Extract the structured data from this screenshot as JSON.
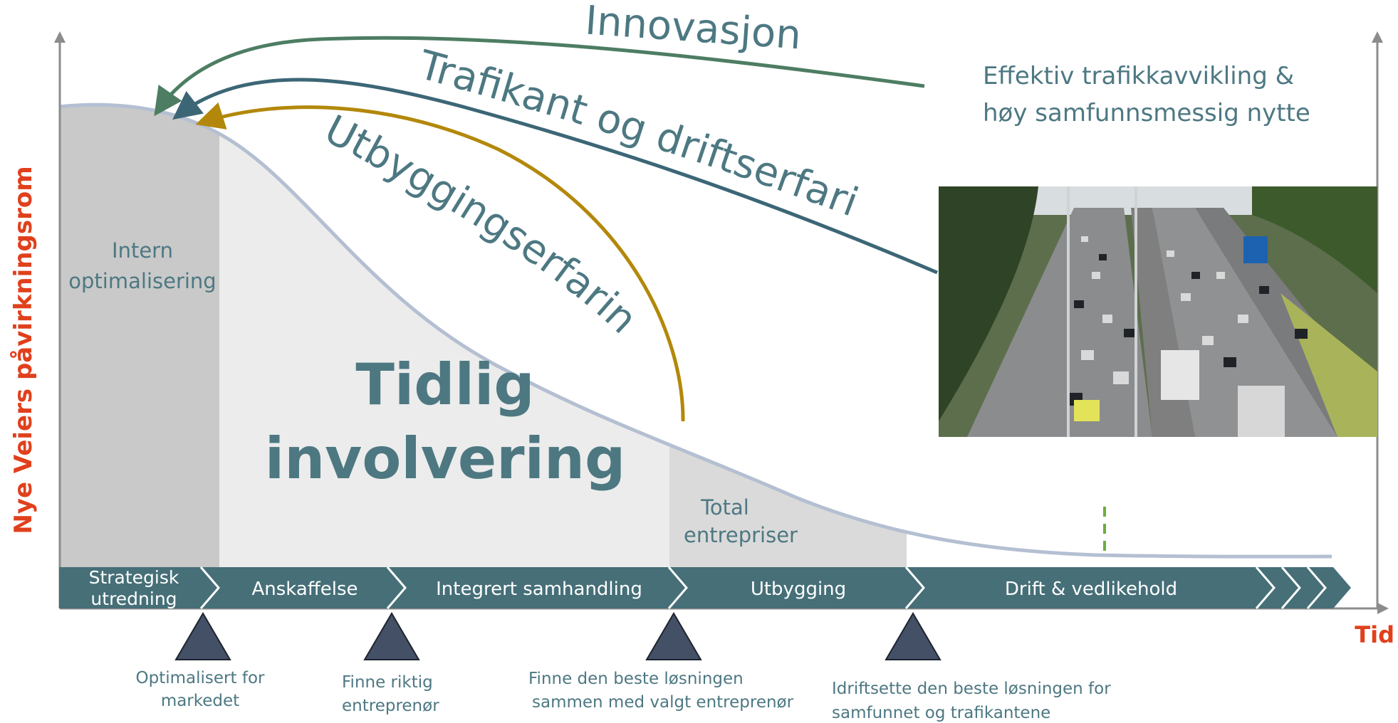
{
  "y_axis_label": "Nye Veiers påvirkningsrom",
  "x_axis_label": "Tid",
  "feedback_arrows": {
    "innovation": "Innovasjon",
    "traffic_operations": "Trafikant og driftserfaring",
    "construction": "Utbyggingserfaring"
  },
  "goal_text": {
    "line1": "Effektiv trafikkavvikling &",
    "line2": "høy samfunnsmessig nytte"
  },
  "regions": {
    "internal_line1": "Intern",
    "internal_line2": "optimalisering",
    "early_line1": "Tidlig",
    "early_line2": "involvering",
    "total_line1": "Total",
    "total_line2": "entrepriser"
  },
  "phases": [
    {
      "line1": "Strategisk",
      "line2": "utredning"
    },
    {
      "label": "Anskaffelse"
    },
    {
      "label": "Integrert samhandling"
    },
    {
      "label": "Utbygging"
    },
    {
      "label": "Drift & vedlikehold"
    }
  ],
  "milestones": [
    {
      "line1": "Optimalisert for",
      "line2": "markedet"
    },
    {
      "line1": "Finne riktig",
      "line2": "entreprenør"
    },
    {
      "line1": "Finne den beste løsningen",
      "line2": "sammen med valgt entreprenør"
    },
    {
      "line1": "Idriftsette den beste løsningen for",
      "line2": "samfunnet og trafikantene"
    }
  ],
  "colors": {
    "teal": "#466f78",
    "text_teal": "#4d7882",
    "innovation_arrow": "#4d7d62",
    "traffic_arrow": "#3c6676",
    "construction_arrow": "#b3880a",
    "axis_label_red": "#e0401c",
    "curve": "#b4bfd2",
    "region_dark": "#c9c9c9",
    "region_light": "#ececec",
    "region_mid": "#dadada",
    "milestone_triangle": "#445066",
    "dashed_marker": "#6aae3c"
  },
  "photo_icon": "highway-traffic-photo"
}
